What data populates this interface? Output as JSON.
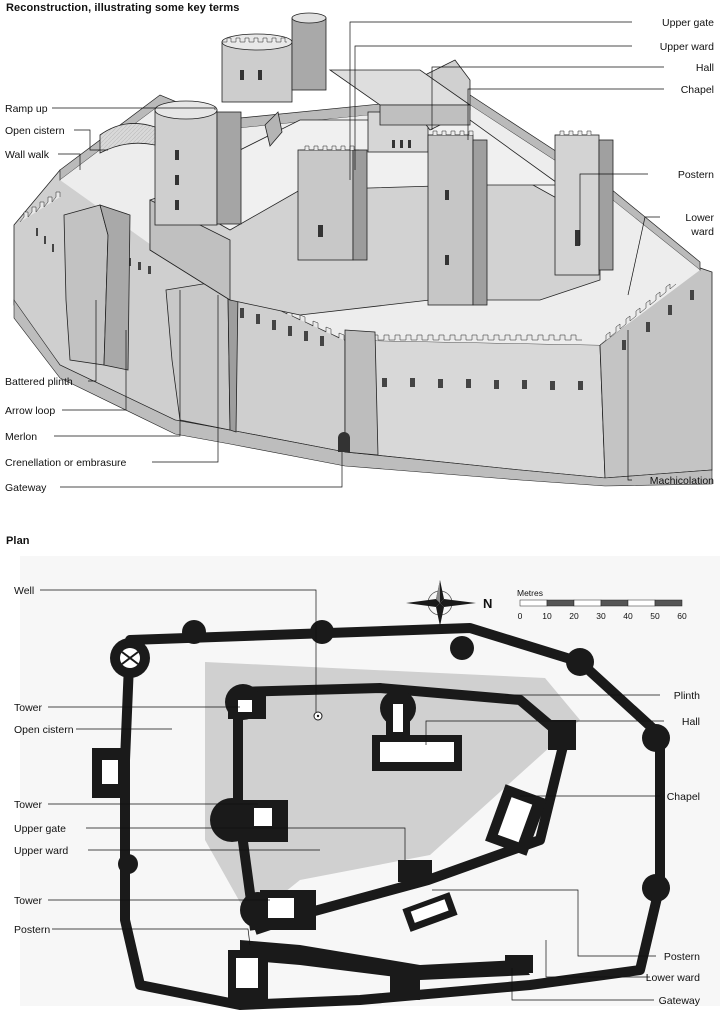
{
  "reconstruction": {
    "title": "Reconstruction, illustrating some key terms",
    "left_labels": [
      "Ramp up",
      "Open cistern",
      "Wall walk",
      "Battered plinth",
      "Arrow loop",
      "Merlon",
      "Crenellation or embrasure",
      "Gateway"
    ],
    "right_labels": [
      "Upper gate",
      "Upper ward",
      "Hall",
      "Chapel",
      "Postern",
      "Lower",
      "ward",
      "Machicolation"
    ]
  },
  "plan": {
    "title": "Plan",
    "left_labels": [
      "Well",
      "Tower",
      "Open cistern",
      "Tower",
      "Upper gate",
      "Upper ward",
      "Tower",
      "Postern"
    ],
    "right_labels": [
      "Plinth",
      "Hall",
      "Chapel",
      "Postern",
      "Lower ward",
      "Gateway"
    ],
    "north": "N",
    "scale": {
      "title": "Metres",
      "ticks": [
        "0",
        "10",
        "20",
        "30",
        "40",
        "50",
        "60"
      ]
    }
  },
  "colors": {
    "ink": "#111111",
    "wall": "#1a1a1a",
    "stone_light": "#e4e4e4",
    "stone_mid": "#c8c8c8",
    "stone_dark": "#9a9a9a",
    "plinth_shade": "#d0d0d0"
  }
}
